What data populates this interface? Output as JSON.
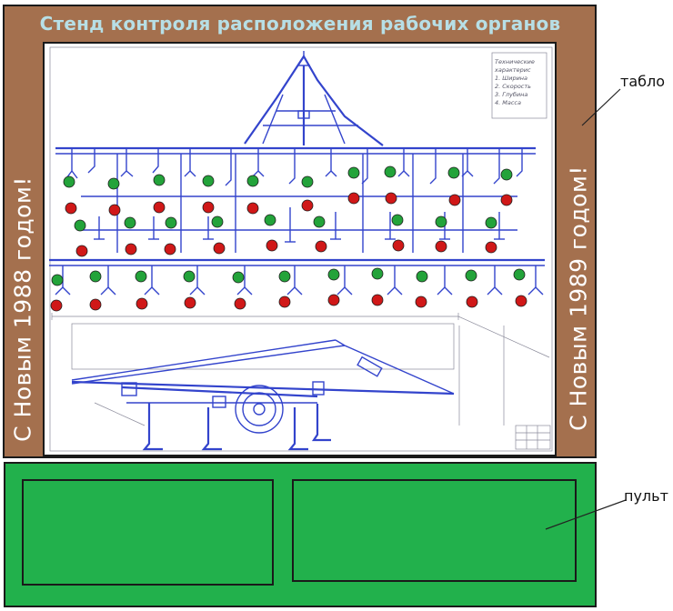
{
  "tablo": {
    "title": "Стенд контроля расположения рабочих органов",
    "left_text": "С Новым 1988 годом!",
    "right_text": "С Новым 1989 годом!",
    "label": "табло"
  },
  "pult": {
    "label": "пульт"
  },
  "drawing": {
    "stamp_lines": [
      "Технические",
      "характерис",
      "1. Ширина",
      "2. Скорость",
      "3. Глубина",
      "4. Масса"
    ]
  },
  "colors": {
    "frame": "#a4704e",
    "title": "#b7dfe6",
    "console": "#22b14c",
    "drawing_line": "#3344cc",
    "indicator_green": "#23a33a",
    "indicator_red": "#d01818"
  }
}
